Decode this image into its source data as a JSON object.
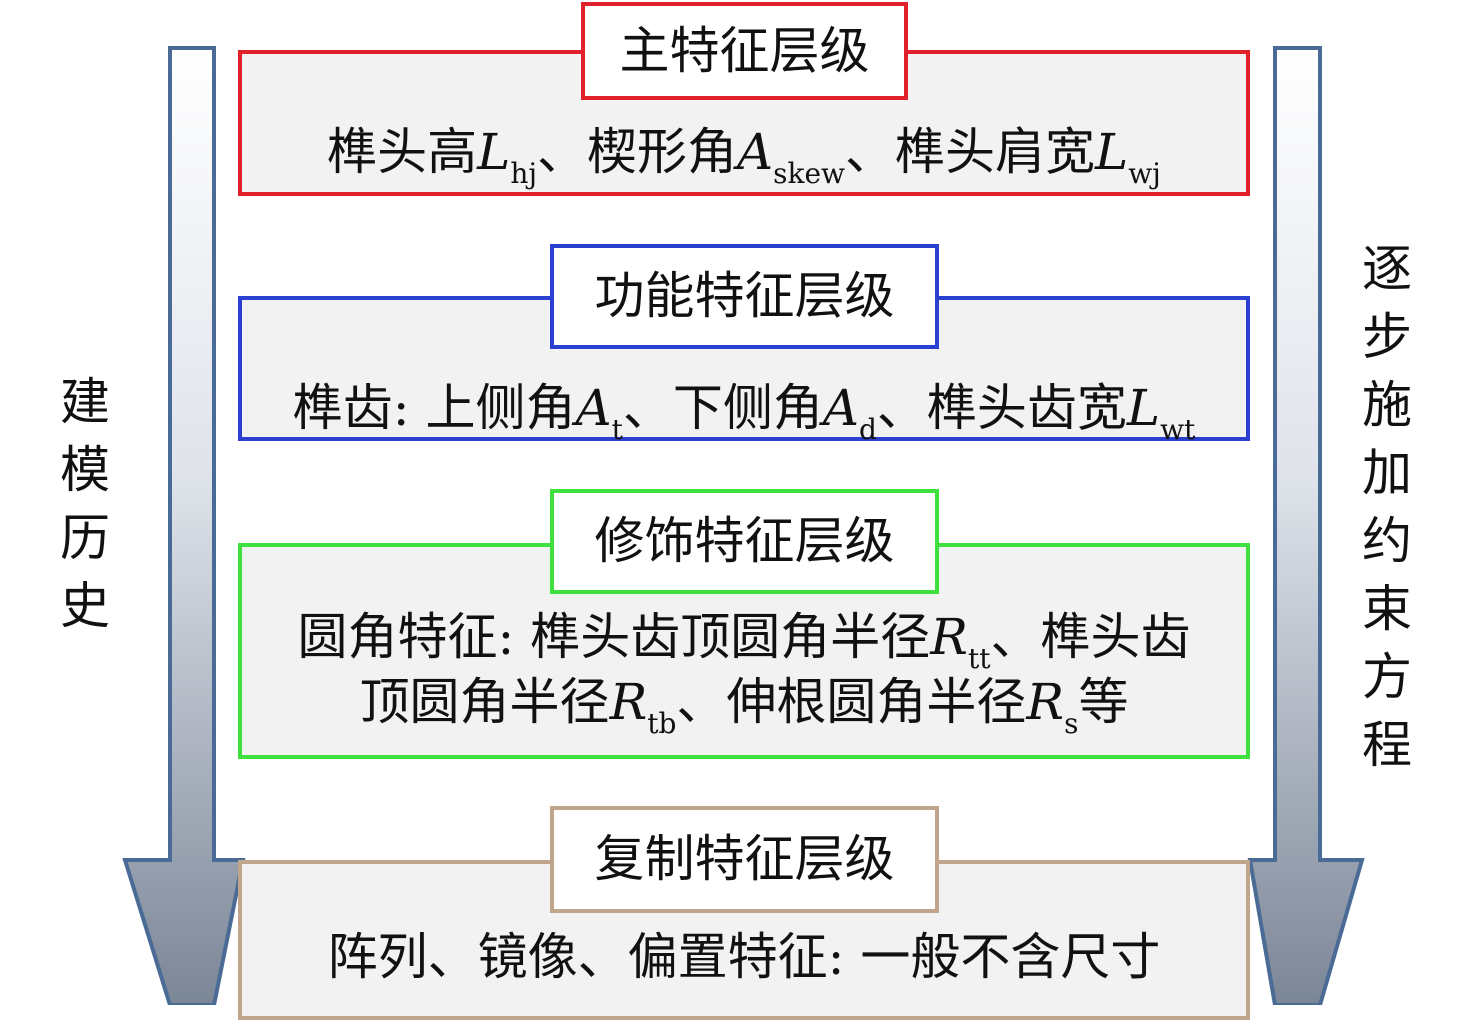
{
  "side_labels": {
    "left": "建\n模\n历\n史",
    "right": "逐\n步\n施\n加\n约\n束\n方\n程"
  },
  "colors": {
    "main": "#e0202a",
    "functional": "#2b3fd0",
    "decoration": "#3de03d",
    "copy": "#c0a58c",
    "arrow_edge": "#4a6b96"
  },
  "levels": {
    "main": {
      "title": "主特征层级",
      "p1": "榫头高",
      "s1": "L",
      "sub1": "hj",
      "p2": "、楔形角",
      "s2": "A",
      "sub2": "skew",
      "p3": "、榫头肩宽",
      "s3": "L",
      "sub3": "wj"
    },
    "functional": {
      "title": "功能特征层级",
      "p1": "榫齿: 上侧角",
      "s1": "A",
      "sub1": "t",
      "p2": "、下侧角",
      "s2": "A",
      "sub2": "d",
      "p3": "、榫头齿宽",
      "s3": "L",
      "sub3": "wt"
    },
    "decoration": {
      "title": "修饰特征层级",
      "line1_p1": "圆角特征: 榫头齿顶圆角半径",
      "line1_s1": "R",
      "line1_sub1": "tt",
      "line1_p2": "、榫头齿",
      "line2_p1": "顶圆角半径",
      "line2_s1": "R",
      "line2_sub1": "tb",
      "line2_p2": "、伸根圆角半径",
      "line2_s2": "R",
      "line2_sub2": "s",
      "line2_p3": "等"
    },
    "copy": {
      "title": "复制特征层级",
      "body": "阵列、镜像、偏置特征: 一般不含尺寸"
    }
  }
}
